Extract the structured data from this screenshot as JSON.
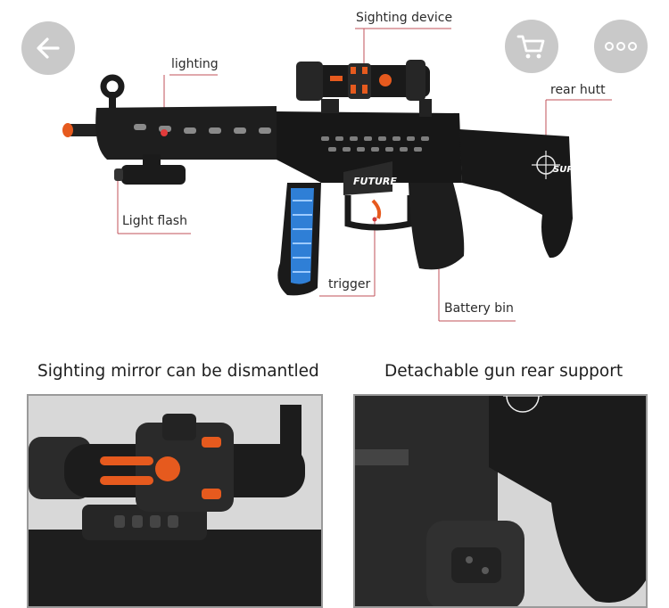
{
  "header": {
    "back_icon": "arrow-left-icon",
    "cart_icon": "shopping-cart-icon",
    "more_icon": "more-horizontal-icon"
  },
  "product_image": {
    "callouts": [
      {
        "id": "sighting_device",
        "text": "Sighting device"
      },
      {
        "id": "lighting",
        "text": "lighting"
      },
      {
        "id": "rear_hutt",
        "text": "rear hutt"
      },
      {
        "id": "light_flash",
        "text": "Light flash"
      },
      {
        "id": "trigger",
        "text": "trigger"
      },
      {
        "id": "battery_bin",
        "text": "Battery bin"
      }
    ],
    "gun_logo_text": "FUTURE",
    "stock_logo_text": "SUPER"
  },
  "details": [
    {
      "caption": "Sighting mirror can be dismantled"
    },
    {
      "caption": "Detachable gun rear support"
    }
  ],
  "colors": {
    "button_bg": "#c9c9c9",
    "accent_orange": "#e65a1e",
    "magazine_blue": "#2f7fd6",
    "gun_black": "#1c1c1c"
  }
}
